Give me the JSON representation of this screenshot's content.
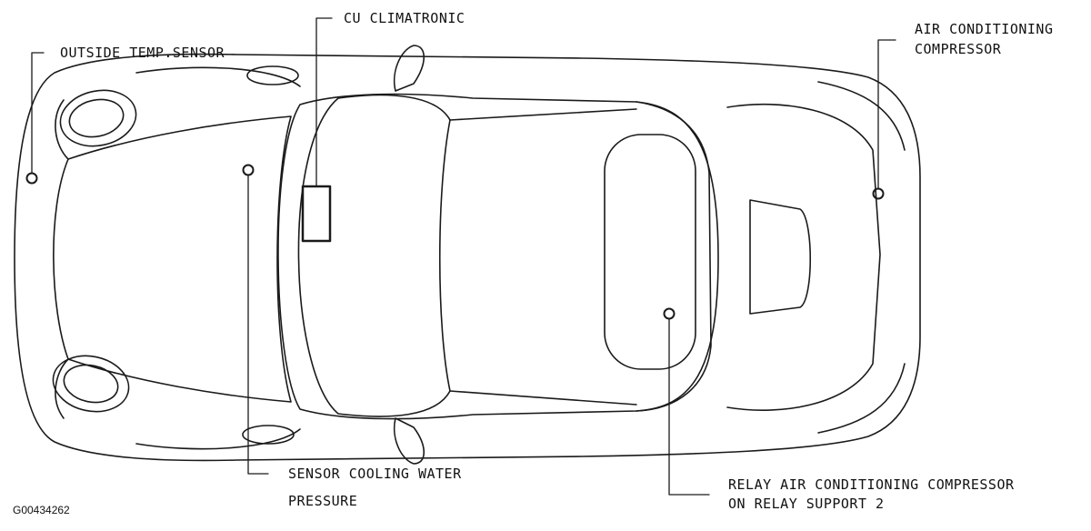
{
  "figure_id": "G00434262",
  "labels": {
    "outside_temp_sensor": "OUTSIDE TEMP.SENSOR",
    "cu_climatronic": "CU CLIMATRONIC",
    "ac_compressor_line1": "AIR CONDITIONING",
    "ac_compressor_line2": "COMPRESSOR",
    "sensor_cooling_line1": "SENSOR COOLING WATER",
    "sensor_cooling_line2": "PRESSURE",
    "relay_line1": "RELAY AIR CONDITIONING COMPRESSOR",
    "relay_line2": "ON RELAY SUPPORT 2"
  },
  "colors": {
    "line": "#1a1a1a",
    "background": "#ffffff"
  }
}
